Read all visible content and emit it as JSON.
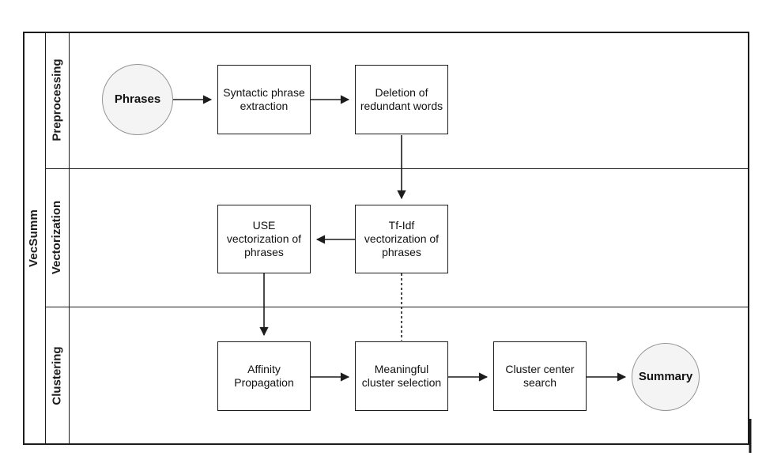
{
  "diagram": {
    "system_label": "VecSumm",
    "lanes": [
      {
        "id": "preprocessing",
        "label": "Preprocessing"
      },
      {
        "id": "vectorization",
        "label": "Vectorization"
      },
      {
        "id": "clustering",
        "label": "Clustering"
      }
    ],
    "nodes": [
      {
        "id": "phrases",
        "type": "terminal",
        "lane": "Preprocessing",
        "label": "Phrases"
      },
      {
        "id": "syntactic-phrase-extraction",
        "type": "process",
        "lane": "Preprocessing",
        "label": "Syntactic phrase extraction"
      },
      {
        "id": "deletion-of-redundant-words",
        "type": "process",
        "lane": "Preprocessing",
        "label": "Deletion of redundant words"
      },
      {
        "id": "use-vectorization",
        "type": "process",
        "lane": "Vectorization",
        "label": "USE vectorization of phrases"
      },
      {
        "id": "tfidf-vectorization",
        "type": "process",
        "lane": "Vectorization",
        "label": "Tf-Idf vectorization of phrases"
      },
      {
        "id": "affinity-propagation",
        "type": "process",
        "lane": "Clustering",
        "label": "Affinity Propagation"
      },
      {
        "id": "meaningful-cluster-selection",
        "type": "process",
        "lane": "Clustering",
        "label": "Meaningful cluster selection"
      },
      {
        "id": "cluster-center-search",
        "type": "process",
        "lane": "Clustering",
        "label": "Cluster center search"
      },
      {
        "id": "summary",
        "type": "terminal",
        "lane": "Clustering",
        "label": "Summary"
      }
    ],
    "edges": [
      {
        "from": "phrases",
        "to": "syntactic-phrase-extraction",
        "style": "solid"
      },
      {
        "from": "syntactic-phrase-extraction",
        "to": "deletion-of-redundant-words",
        "style": "solid"
      },
      {
        "from": "deletion-of-redundant-words",
        "to": "tfidf-vectorization",
        "style": "solid"
      },
      {
        "from": "tfidf-vectorization",
        "to": "use-vectorization",
        "style": "solid"
      },
      {
        "from": "use-vectorization",
        "to": "affinity-propagation",
        "style": "solid"
      },
      {
        "from": "affinity-propagation",
        "to": "meaningful-cluster-selection",
        "style": "solid"
      },
      {
        "from": "meaningful-cluster-selection",
        "to": "cluster-center-search",
        "style": "solid"
      },
      {
        "from": "cluster-center-search",
        "to": "summary",
        "style": "solid"
      },
      {
        "from": "tfidf-vectorization",
        "to": "meaningful-cluster-selection",
        "style": "dashed"
      }
    ],
    "colors": {
      "line": "#1c1c1c",
      "box_border": "#1c1c1c",
      "terminal_fill": "#f4f4f4",
      "terminal_border": "#949494",
      "background": "#ffffff"
    }
  }
}
